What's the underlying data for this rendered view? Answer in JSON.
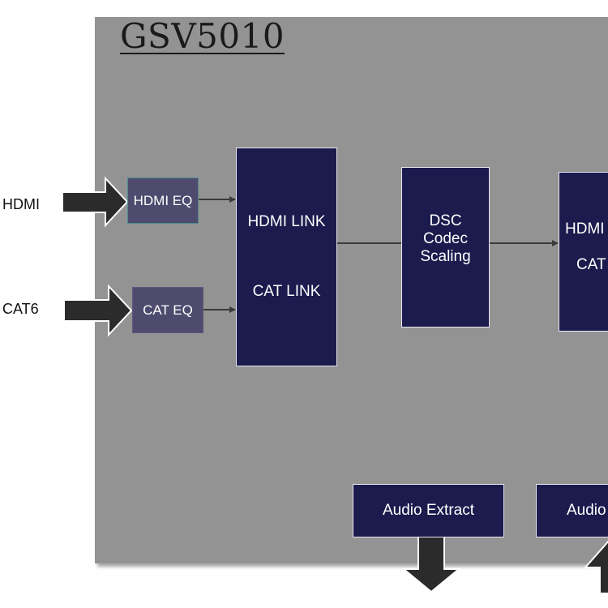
{
  "title": "GSV5010",
  "inputs": {
    "hdmi_label": "HDMI",
    "cat6_label": "CAT6"
  },
  "blocks": {
    "hdmi_eq": "HDMI EQ",
    "cat_eq": "CAT EQ",
    "rx_link": {
      "line1": "HDMI LINK",
      "line2": "CAT LINK"
    },
    "dsc": {
      "line1": "DSC",
      "line2": "Codec",
      "line3": "Scaling"
    },
    "tx_link": {
      "line1": "HDMI",
      "line2": "CAT"
    },
    "audio_extract": "Audio Extract",
    "audio_insert": "Audio"
  },
  "colors": {
    "chip_bg": "#939393",
    "block_navy": "#1b1b4e",
    "eq_block": "#4e4b6e",
    "arrow_dark": "#2b2b2b",
    "connector": "#3a3a3a"
  }
}
